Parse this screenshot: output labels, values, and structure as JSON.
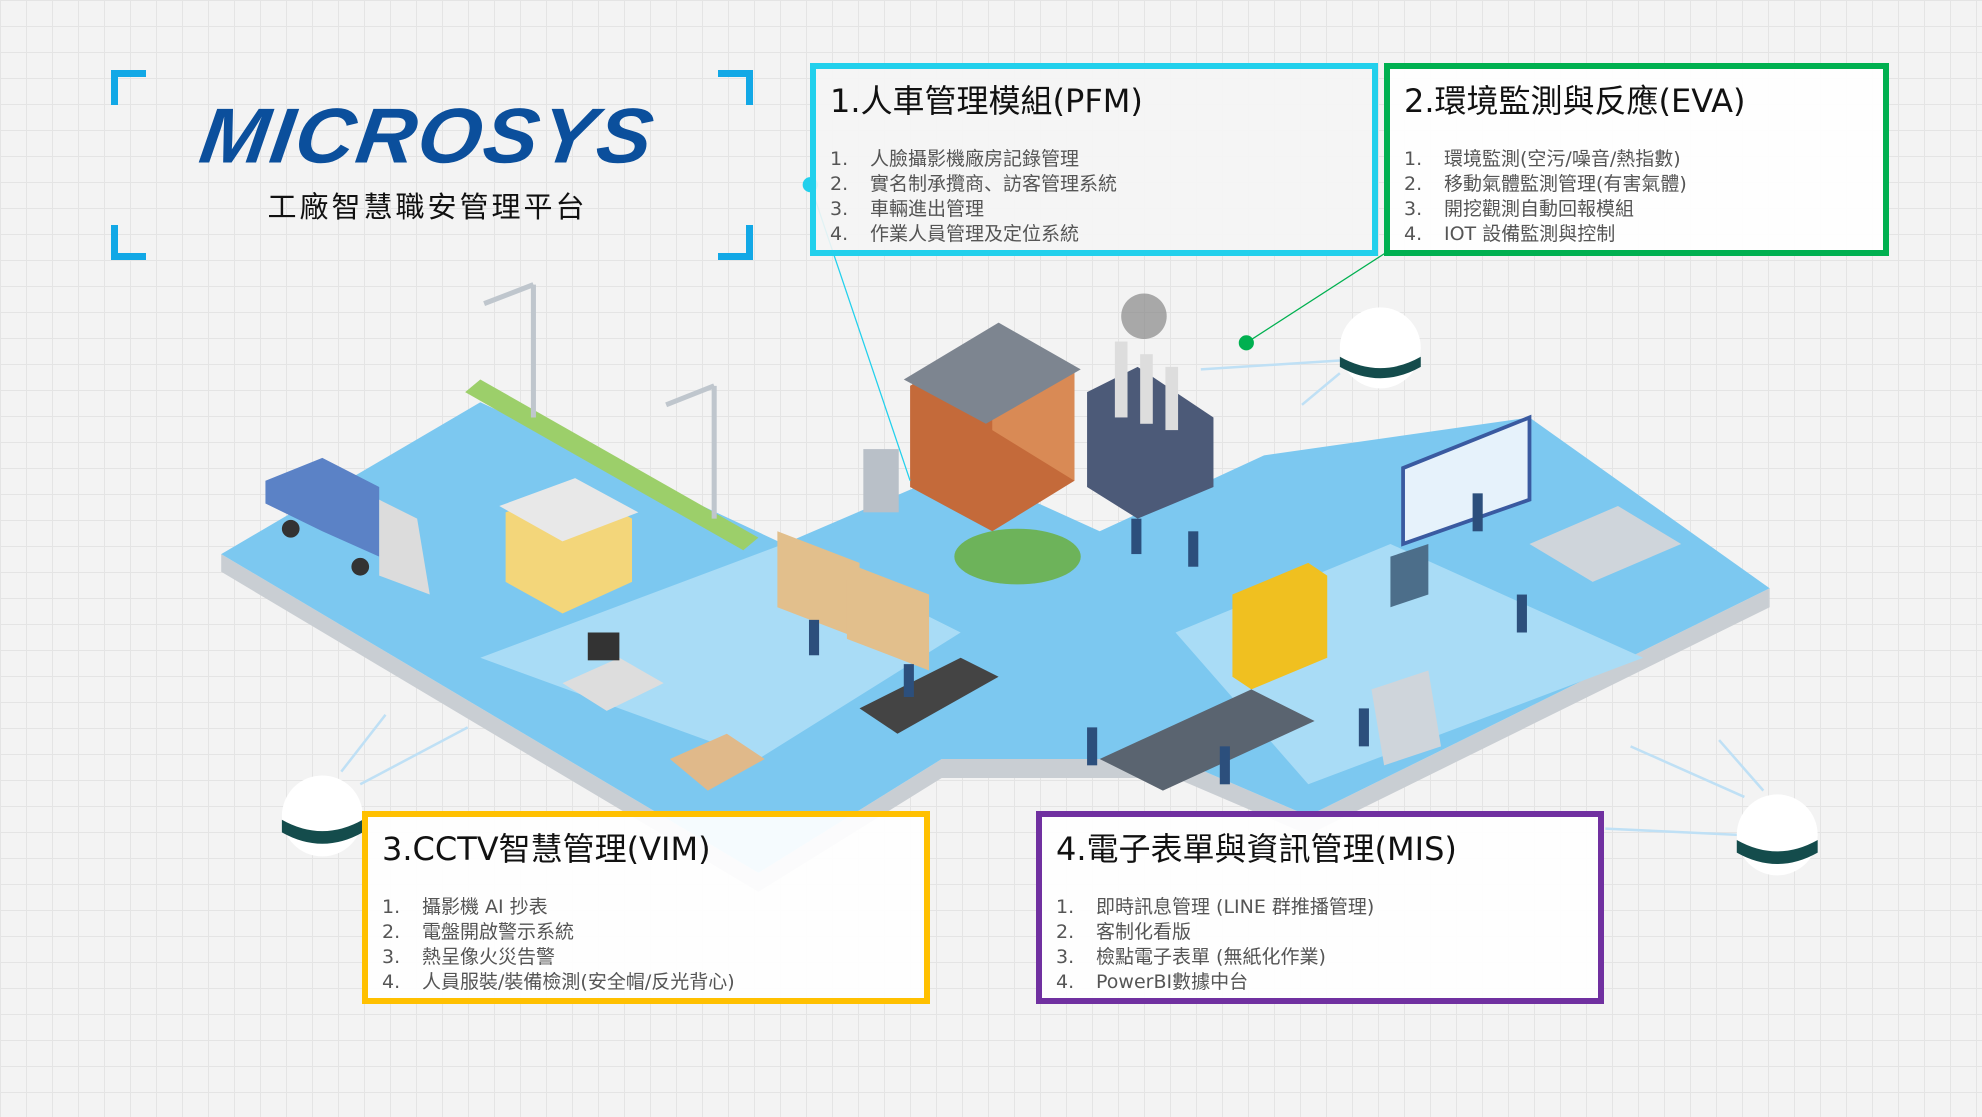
{
  "logo": {
    "brand": "MICROSYS",
    "subtitle": "工廠智慧職安管理平台",
    "color": "#0b4f9c"
  },
  "modules": [
    {
      "title": "1.人車管理模組(PFM)",
      "color": "#22d0ec",
      "items": [
        "人臉攝影機廠房記錄管理",
        "實名制承攬商、訪客管理系統",
        "車輛進出管理",
        "作業人員管理及定位系統"
      ]
    },
    {
      "title": "2.環境監測與反應(EVA)",
      "color": "#00b050",
      "items": [
        "環境監測(空污/噪音/熱指數)",
        "移動氣體監測管理(有害氣體)",
        "開挖觀測自動回報模組",
        "IOT 設備監測與控制"
      ]
    },
    {
      "title": "3.CCTV智慧管理(VIM)",
      "color": "#ffc000",
      "items": [
        "攝影機 AI 抄表",
        "電盤開啟警示系統",
        "熱呈像火災告警",
        "人員服裝/裝備檢測(安全帽/反光背心)"
      ]
    },
    {
      "title": "4.電子表單與資訊管理(MIS)",
      "color": "#7030a0",
      "items": [
        "即時訊息管理 (LINE 群推播管理)",
        "客制化看版",
        "檢點電子表單 (無紙化作業)",
        "PowerBI數據中台"
      ]
    }
  ],
  "numbers": [
    "1.",
    "2.",
    "3.",
    "4."
  ]
}
